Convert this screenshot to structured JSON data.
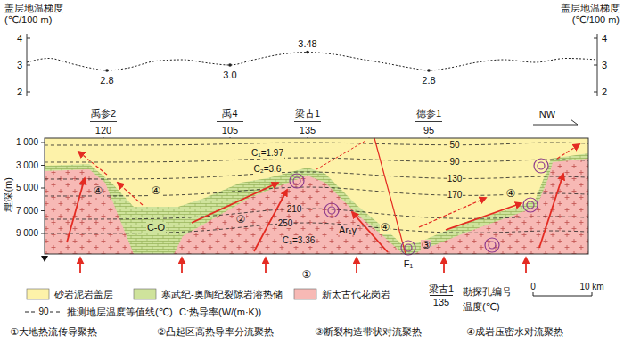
{
  "diagram": {
    "labels": [
      "盖层地温梯度",
      "(℃/100 m)",
      "盖层地温梯度",
      "(℃/100 m)",
      "4",
      "3",
      "2",
      "4",
      "3",
      "2",
      "2.8",
      "3.0",
      "3.48",
      "2.8",
      "禹参2",
      "120",
      "禹4",
      "105",
      "梁古1",
      "135",
      "德参1",
      "95",
      "NW",
      "埋深(m)",
      "1 000",
      "3 000",
      "5 000",
      "7 000",
      "9 000",
      "50",
      "90",
      "130",
      "170",
      "210",
      "250",
      "C₁=1.97",
      "C₂=3.6",
      "C₃=3.36",
      "C-O",
      "Ar₁γ",
      "F₁",
      "④",
      "④",
      "②",
      "③",
      "④",
      "④",
      "①",
      "C:热导率(W/(m·K))",
      "梁古1",
      "135",
      "90",
      "温度(℃)",
      "0",
      "10 km",
      "①大地热流传导聚热",
      "②凸起区高热导率分流聚热",
      "③断裂构造带状对流聚热",
      "④成岩压密水对流聚热"
    ],
    "legend": [
      {
        "text": "砂岩泥岩盖层",
        "color": "#fdf2a9"
      },
      {
        "text": "寒武纪-奥陶纪裂隙岩溶热储",
        "color": "#cfe39c"
      },
      {
        "text": "新太古代花岗岩",
        "color": "#f7b9b5"
      },
      {
        "text": "推测地层温度等值线(℃)"
      },
      {
        "text": "勘探孔编号"
      }
    ]
  }
}
